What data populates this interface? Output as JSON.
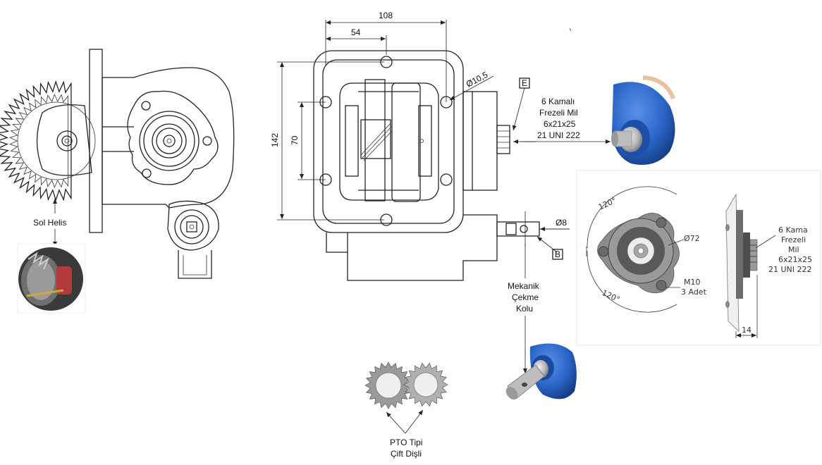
{
  "labels": {
    "left_gear": "Sol Helis",
    "dim_108": "108",
    "dim_54": "54",
    "dim_142": "142",
    "dim_70": "70",
    "dim_hole": "Ø10,5",
    "dim_shaft": "Ø8",
    "ref_e": "E",
    "ref_b": "B",
    "output_shaft_1": "6 Kamalı",
    "output_shaft_2": "Frezeli Mil",
    "output_shaft_3": "6x21x25",
    "output_shaft_4": "21 UNI 222",
    "lever_1": "Mekanik",
    "lever_2": "Çekme",
    "lever_3": "Kolu",
    "pto_1": "PTO Tipi",
    "pto_2": "Çift Dişli",
    "angle_top": "120°",
    "angle_bottom": "120°",
    "dim_flange": "Ø72",
    "bolt_1": "M10",
    "bolt_2": "3 Adet",
    "side_shaft_1": "6 Kama",
    "side_shaft_2": "Frezeli",
    "side_shaft_3": "Mil",
    "side_shaft_4": "6x21x25",
    "side_shaft_5": "21 UNI 222",
    "dim_14": "14"
  },
  "colors": {
    "line": "#222222",
    "blue_part": "#2a66c8",
    "gray_part": "#8a8a8a",
    "dark_gray": "#555555"
  }
}
